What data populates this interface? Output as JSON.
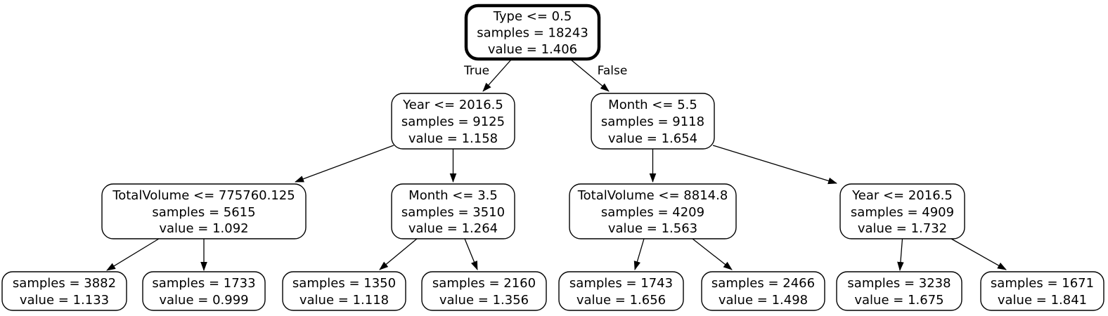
{
  "edge_labels": {
    "left": "True",
    "right": "False"
  },
  "colors": {
    "root_border": "#e93b17",
    "node_border": "#000000",
    "node_fill": "#ffffff",
    "edge": "#000000",
    "text": "#000000",
    "background": "#ffffff"
  },
  "nodes": {
    "root": {
      "condition": "Type <= 0.5",
      "samples": "samples = 18243",
      "value": "value = 1.406"
    },
    "year_left": {
      "condition": "Year <= 2016.5",
      "samples": "samples = 9125",
      "value": "value = 1.158"
    },
    "month_right": {
      "condition": "Month <= 5.5",
      "samples": "samples = 9118",
      "value": "value = 1.654"
    },
    "totalvolume_1": {
      "condition": "TotalVolume <= 775760.125",
      "samples": "samples = 5615",
      "value": "value = 1.092"
    },
    "month_35": {
      "condition": "Month <= 3.5",
      "samples": "samples = 3510",
      "value": "value = 1.264"
    },
    "totalvolume_2": {
      "condition": "TotalVolume <= 8814.8",
      "samples": "samples = 4209",
      "value": "value = 1.563"
    },
    "year_right": {
      "condition": "Year <= 2016.5",
      "samples": "samples = 4909",
      "value": "value = 1.732"
    },
    "leaf_1": {
      "samples": "samples = 3882",
      "value": "value = 1.133"
    },
    "leaf_2": {
      "samples": "samples = 1733",
      "value": "value = 0.999"
    },
    "leaf_3": {
      "samples": "samples = 1350",
      "value": "value = 1.118"
    },
    "leaf_4": {
      "samples": "samples = 2160",
      "value": "value = 1.356"
    },
    "leaf_5": {
      "samples": "samples = 1743",
      "value": "value = 1.656"
    },
    "leaf_6": {
      "samples": "samples = 2466",
      "value": "value = 1.498"
    },
    "leaf_7": {
      "samples": "samples = 3238",
      "value": "value = 1.675"
    },
    "leaf_8": {
      "samples": "samples = 1671",
      "value": "value = 1.841"
    }
  }
}
